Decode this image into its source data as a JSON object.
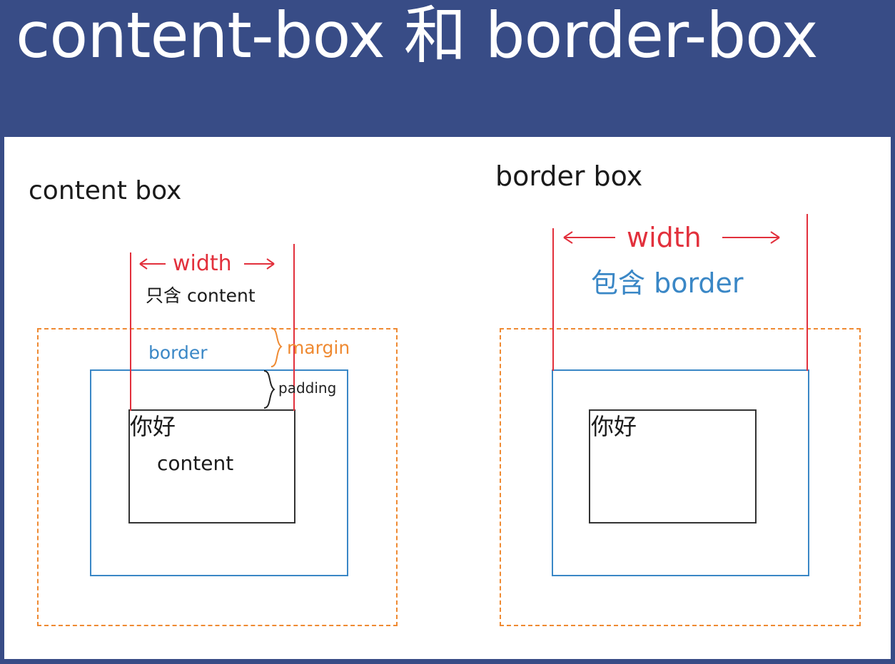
{
  "slide": {
    "title": "content-box 和 border-box"
  },
  "colors": {
    "header_bg": "#384c86",
    "width_red": "#e2303c",
    "border_blue": "#3a87c6",
    "margin_orange": "#ef8a32",
    "content_black": "#222222"
  },
  "content_box": {
    "heading": "content box",
    "width_label": "width",
    "width_note": "只含 content",
    "border_label": "border",
    "margin_label": "margin",
    "padding_label": "padding",
    "inner_text": "你好",
    "content_label": "content"
  },
  "border_box": {
    "heading": "border box",
    "width_label": "width",
    "width_note": "包含 border",
    "inner_text": "你好"
  }
}
